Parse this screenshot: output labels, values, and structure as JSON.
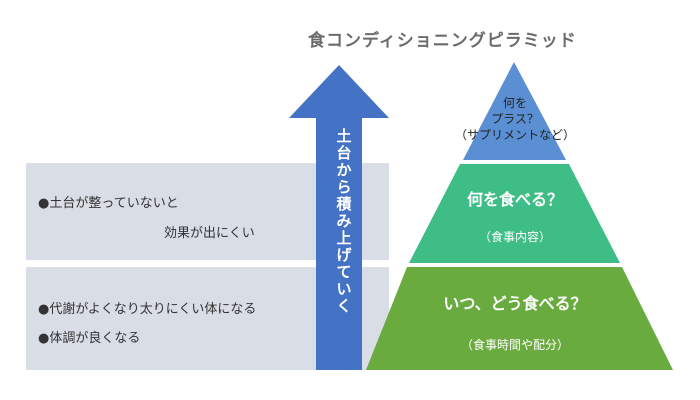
{
  "title": "食コンディショニングピラミッド",
  "arrow": {
    "label": "土台から積み上げていく",
    "chars": [
      "土",
      "台",
      "か",
      "ら",
      "積",
      "み",
      "上",
      "げ",
      "て",
      "い",
      "く"
    ]
  },
  "left_notes": {
    "top": {
      "line1": "●土台が整っていないと",
      "line2": "効果が出にくい"
    },
    "bottom": {
      "line1": "●代謝がよくなり太りにくい体になる",
      "line2": "●体調が良くなる"
    }
  },
  "pyramid": {
    "top": {
      "line1": "何を",
      "line2": "プラス？",
      "line3": "（サプリメントなど）"
    },
    "middle": {
      "title": "何を食べる？",
      "sub": "（食事内容）"
    },
    "bottom": {
      "title": "いつ、どう食べる？",
      "sub": "（食事時間や配分）"
    }
  },
  "colors": {
    "band": "#d9dde6",
    "arrow": "#4472c4",
    "tier_top": "#5b8fd4",
    "tier_middle": "#3fbd86",
    "tier_bottom": "#6aab3f"
  }
}
